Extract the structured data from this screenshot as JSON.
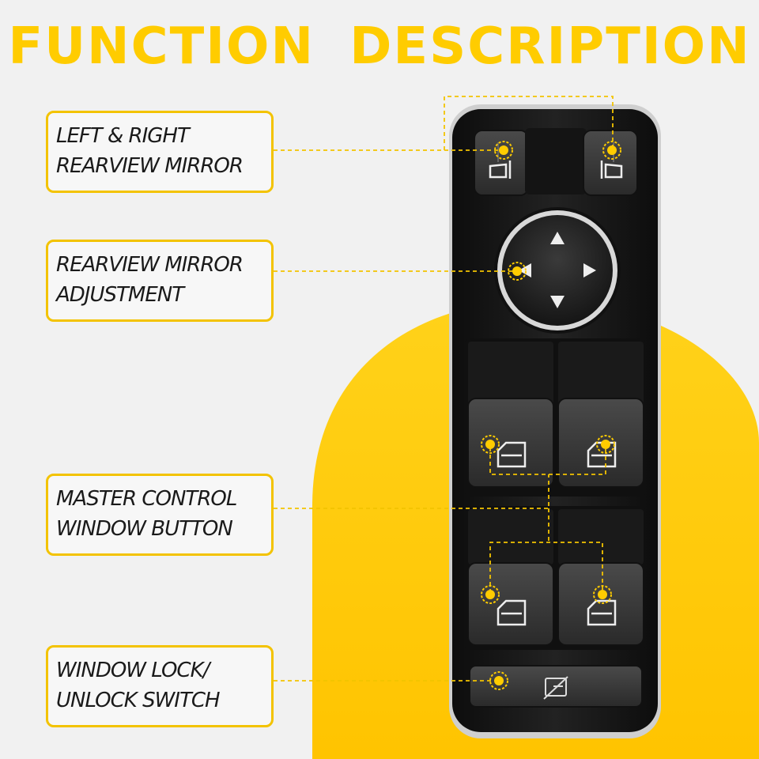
{
  "title": "FUNCTION  DESCRIPTION",
  "labels": [
    {
      "line1": "LEFT & RIGHT",
      "line2": "REARVIEW MIRROR"
    },
    {
      "line1": "REARVIEW MIRROR",
      "line2": "ADJUSTMENT"
    },
    {
      "line1": "MASTER CONTROL",
      "line2": "WINDOW BUTTON"
    },
    {
      "line1": "WINDOW LOCK/",
      "line2": "UNLOCK SWITCH"
    }
  ],
  "colors": {
    "accent": "#ffcc00",
    "background": "#f1f1f1",
    "switch_body": "#1c1c1c"
  },
  "icons": [
    "mirror-left-icon",
    "mirror-right-icon",
    "arrow-up-icon",
    "arrow-down-icon",
    "arrow-left-icon",
    "arrow-right-icon",
    "window-icon",
    "window-lock-icon"
  ]
}
